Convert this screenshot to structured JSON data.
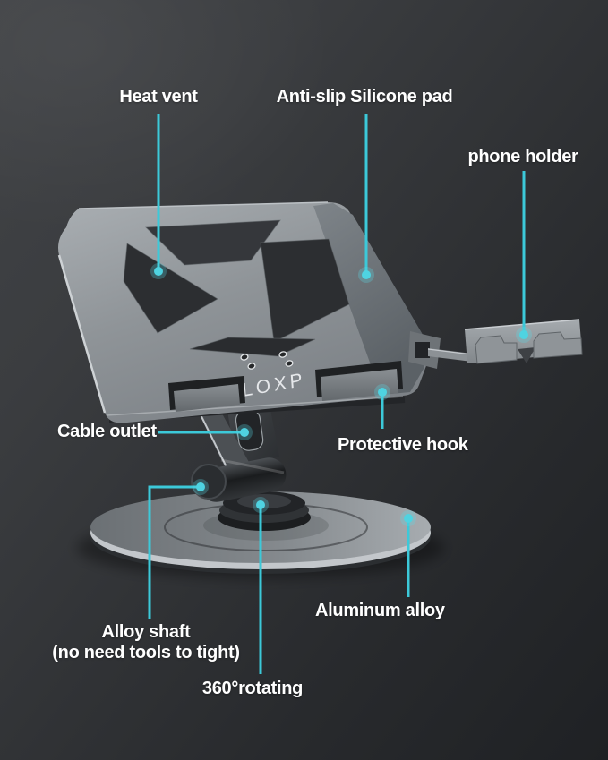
{
  "scene": {
    "description": "Annotated product render of a rotating laptop stand with callout labels",
    "background_top": "#414346",
    "background_bottom": "#1f2124"
  },
  "brand": {
    "name": "LOXP"
  },
  "style": {
    "callout_color": "#3cc9d9",
    "callout_dot_color": "#57d6e4",
    "label_color": "#ffffff",
    "metal_light": "#a6abaf",
    "metal_dark": "#5d6367"
  },
  "callouts": {
    "heat_vent": {
      "label": "Heat vent"
    },
    "anti_slip_pad": {
      "label": "Anti-slip Silicone pad"
    },
    "phone_holder": {
      "label": "phone holder"
    },
    "cable_outlet": {
      "label": "Cable outlet"
    },
    "protective_hook": {
      "label": "Protective hook"
    },
    "alloy_shaft": {
      "label": "Alloy shaft",
      "sublabel": "(no need tools to tight)"
    },
    "rotating": {
      "label": "360°rotating"
    },
    "aluminum_alloy": {
      "label": "Aluminum alloy"
    }
  }
}
